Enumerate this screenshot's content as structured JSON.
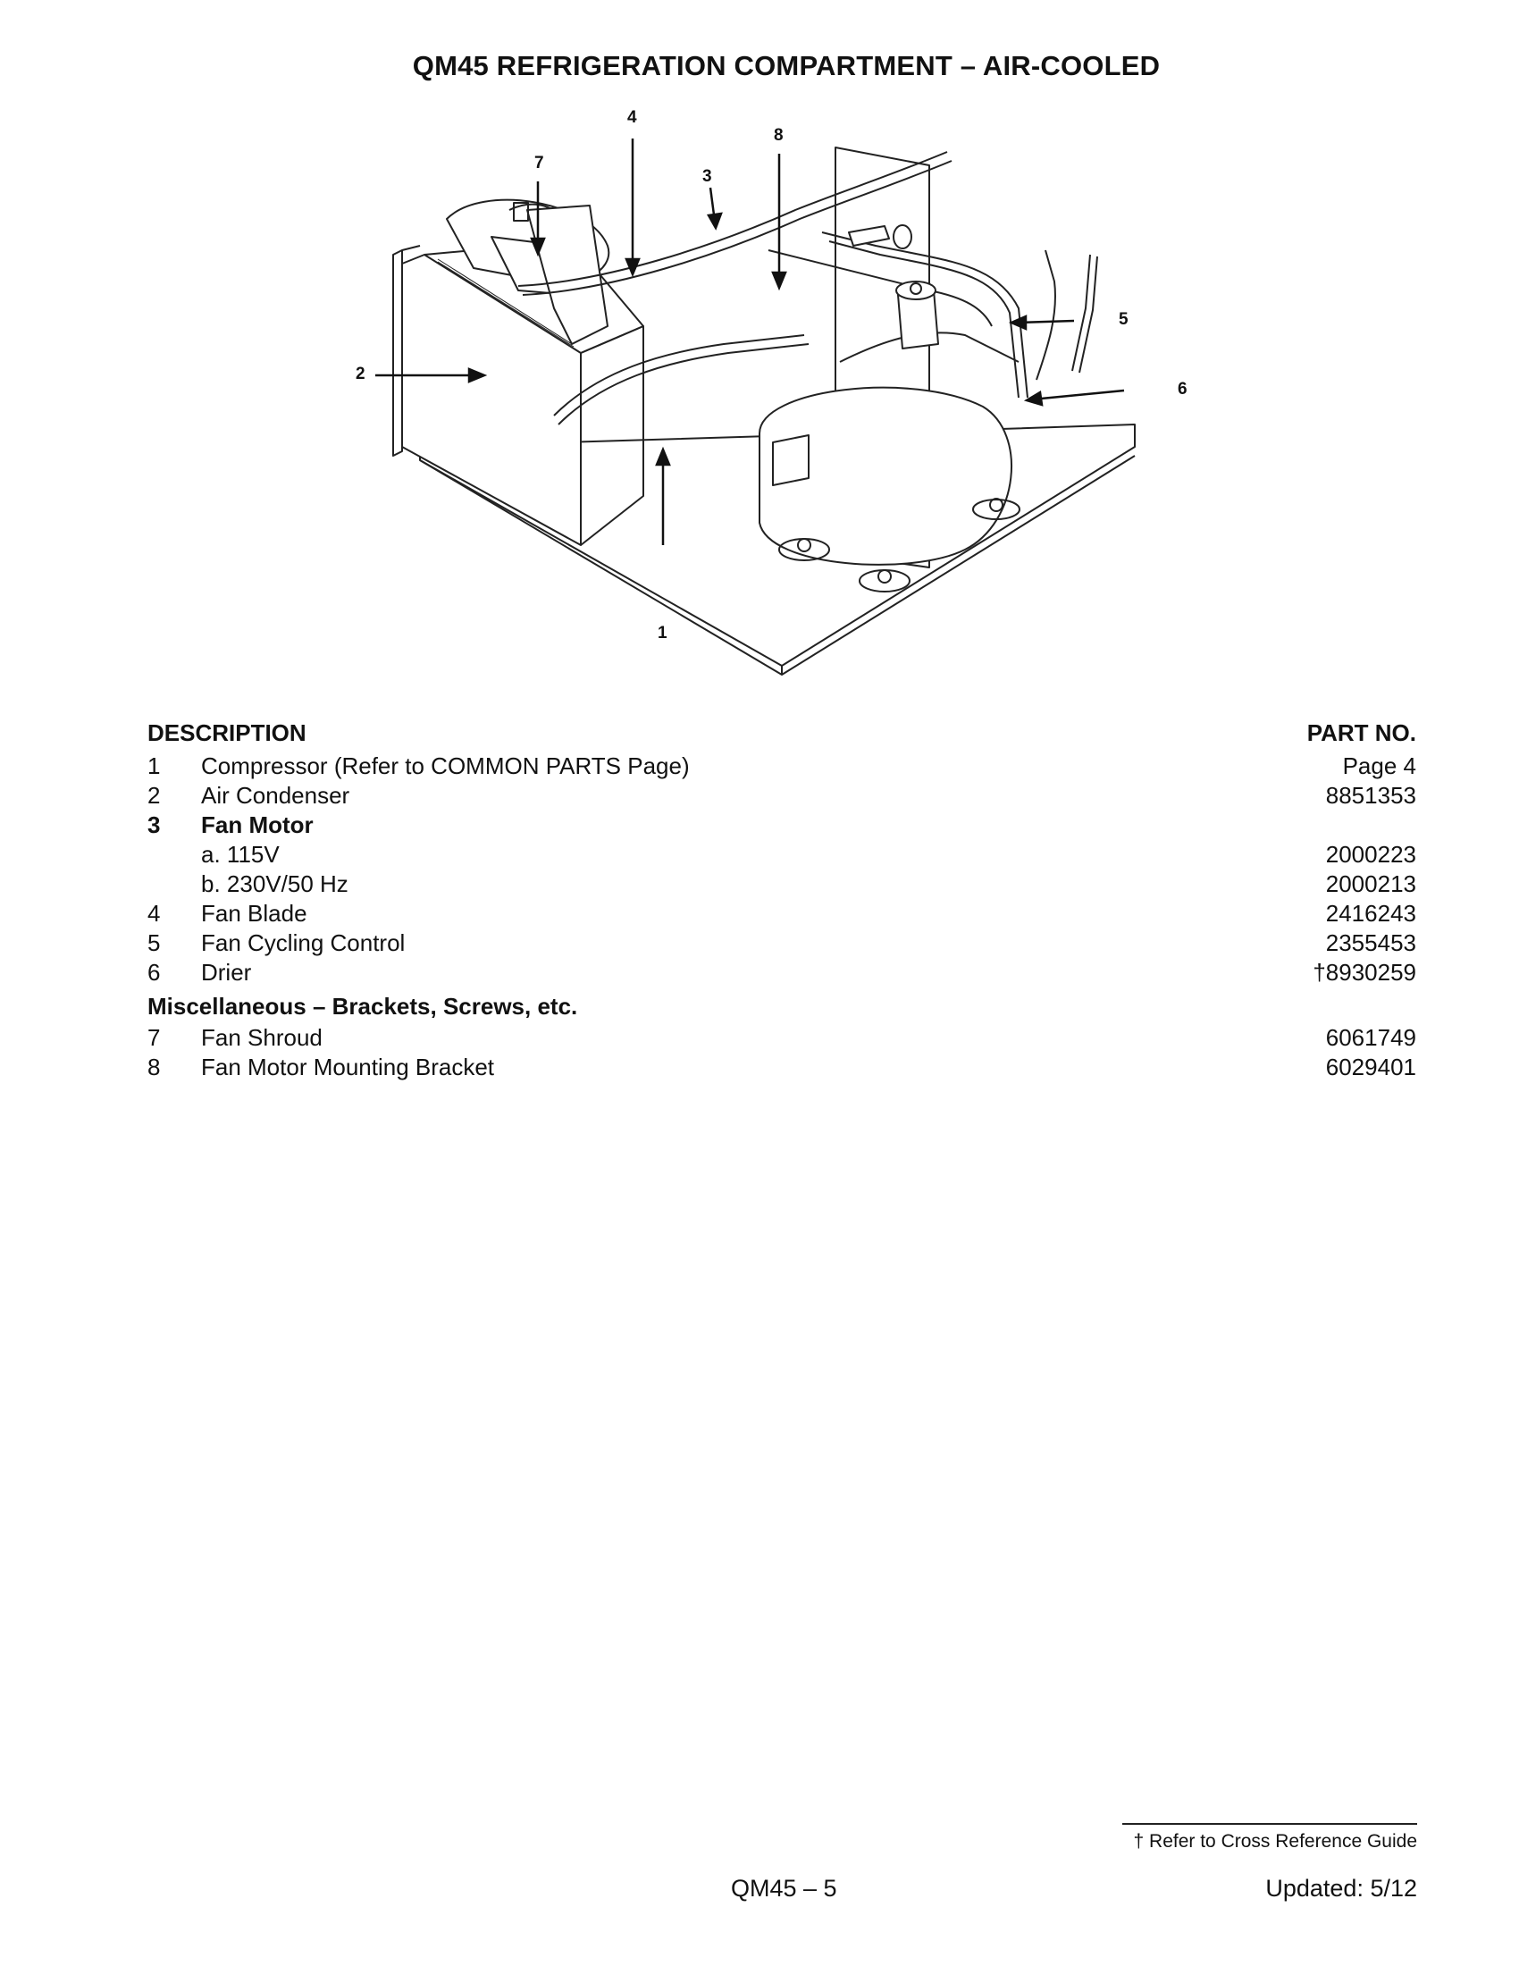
{
  "title": "QM45 REFRIGERATION COMPARTMENT – AIR-COOLED",
  "diagram": {
    "callouts": [
      "1",
      "2",
      "3",
      "4",
      "5",
      "6",
      "7",
      "8"
    ]
  },
  "table": {
    "header_description": "DESCRIPTION",
    "header_part_no": "PART NO.",
    "rows": [
      {
        "num": "1",
        "desc": "Compressor (Refer to COMMON PARTS Page)",
        "part": "Page 4"
      },
      {
        "num": "2",
        "desc": "Air Condenser",
        "part": "8851353"
      },
      {
        "num": "3",
        "desc": "Fan Motor",
        "part": ""
      },
      {
        "num": "",
        "desc": "a.  115V",
        "part": "2000223"
      },
      {
        "num": "",
        "desc": "b.  230V/50 Hz",
        "part": "2000213"
      },
      {
        "num": "4",
        "desc": "Fan Blade",
        "part": "2416243"
      },
      {
        "num": "5",
        "desc": "Fan Cycling Control",
        "part": "2355453"
      },
      {
        "num": "6",
        "desc": "Drier",
        "part": "†8930259"
      }
    ],
    "section_misc": "Miscellaneous – Brackets, Screws, etc.",
    "misc_rows": [
      {
        "num": "7",
        "desc": "Fan Shroud",
        "part": "6061749"
      },
      {
        "num": "8",
        "desc": "Fan Motor Mounting Bracket",
        "part": "6029401"
      }
    ]
  },
  "footnote": "† Refer to Cross Reference Guide",
  "footer": {
    "page_label": "QM45 – 5",
    "updated": "Updated: 5/12"
  }
}
